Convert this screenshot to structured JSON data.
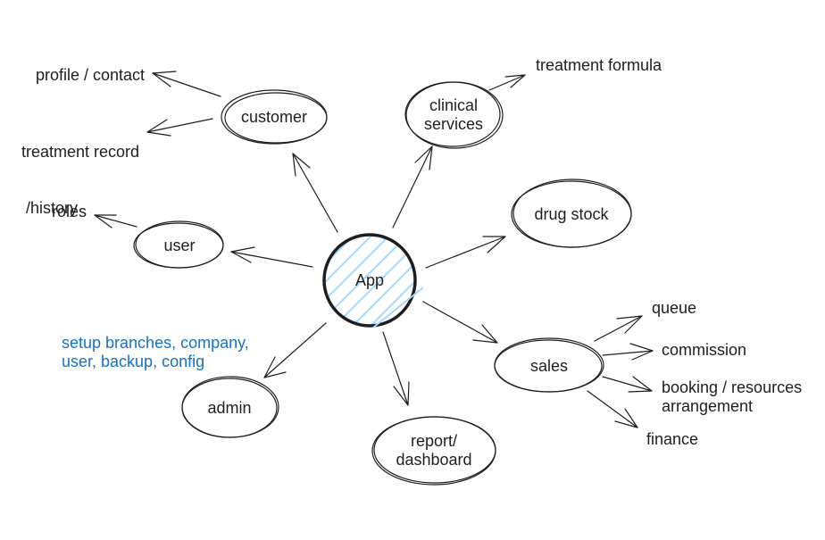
{
  "diagram": {
    "center": "App",
    "nodes": {
      "customer": "customer",
      "clinical": [
        "clinical",
        "services"
      ],
      "drug_stock": "drug stock",
      "user": "user",
      "sales": "sales",
      "admin": "admin",
      "report": [
        "report/",
        "dashboard"
      ]
    },
    "leaves": {
      "profile": "profile / contact",
      "treatment_record": [
        "treatment record",
        " /history"
      ],
      "treatment_formula": "treatment formula",
      "roles": "roles",
      "queue": "queue",
      "commission": "commission",
      "booking": [
        "booking / resources",
        "arrangement"
      ],
      "finance": "finance"
    },
    "note": [
      "setup branches, company,",
      "user, backup, config"
    ],
    "colors": {
      "stroke": "#1e1e1e",
      "hatch": "#a5d8ff",
      "note": "#1971c2"
    }
  }
}
